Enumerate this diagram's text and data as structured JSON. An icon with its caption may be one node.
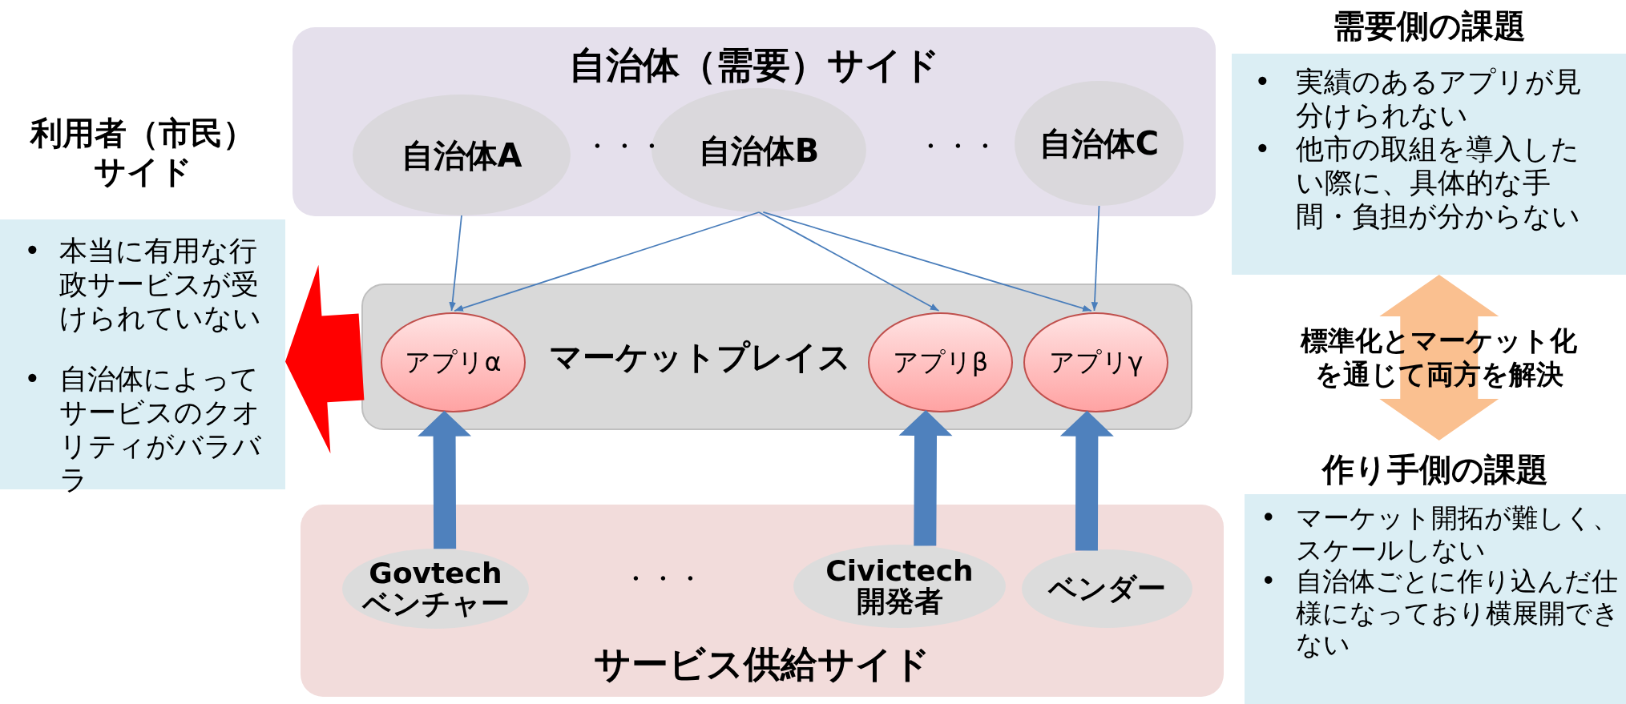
{
  "diagram": {
    "nodes": [
      {
        "text": [
          "自治体（需要）サイド"
        ]
      },
      {
        "text": [
          "自治体A"
        ],
        "in": 0
      },
      {
        "text": [
          "自治体B"
        ],
        "in": 0
      },
      {
        "text": [
          "自治体C"
        ],
        "in": 0
      },
      {
        "text": [
          "マーケットプレイス"
        ]
      },
      {
        "text": [
          "アプリα"
        ],
        "in": 4
      },
      {
        "text": [
          "アプリβ"
        ],
        "in": 4
      },
      {
        "text": [
          "アプリγ"
        ],
        "in": 4
      },
      {
        "text": [
          "サービス供給サイド"
        ]
      },
      {
        "text": [
          "Govtech ベンチャー"
        ],
        "in": 8
      },
      {
        "text": [
          "Civictech 開発者"
        ],
        "in": 8
      },
      {
        "text": [
          "ベンダー"
        ],
        "in": 8
      },
      {
        "text": [
          "利用者（市民）サイド",
          "•",
          "本当に有用な行政サービスが受けられていない",
          "•",
          "自治体によってサービスのクオリティがバラバラ"
        ]
      },
      {
        "text": [
          "需要側の課題",
          "•",
          "実績のあるアプリが見分けられない",
          "•",
          "他市の取組を導入したい際に、具体的な手間・負担が分からない"
        ]
      },
      {
        "text": [
          "作り手側の課題",
          "•",
          "マーケット開拓が難しく、スケールしない",
          "•",
          "自治体ごとに作り込んだ仕様になっており横展開できない"
        ]
      }
    ],
    "edges": [
      {
        "from": 1,
        "to": 5,
        "arrow": "to"
      },
      {
        "from": 2,
        "to": 5,
        "arrow": "to"
      },
      {
        "from": 2,
        "to": 6,
        "arrow": "to"
      },
      {
        "from": 2,
        "to": 7,
        "arrow": "to"
      },
      {
        "from": 3,
        "to": 7,
        "arrow": "to"
      },
      {
        "from": 9,
        "to": 5,
        "arrow": "to",
        "style": "thick"
      },
      {
        "from": 10,
        "to": 6,
        "arrow": "to",
        "style": "thick"
      },
      {
        "from": 11,
        "to": 7,
        "arrow": "to",
        "style": "thick"
      },
      {
        "from": 4,
        "to": 12,
        "arrow": "to",
        "style": "thick",
        "color": "#ff0000"
      },
      {
        "from": 13,
        "to": 14,
        "arrow": "both",
        "style": "thick",
        "color": "#fac090",
        "label": "標準化とマーケット化を通じて両方を解決"
      }
    ],
    "labels": [
      "・・・",
      "・・・",
      "・・・"
    ]
  }
}
